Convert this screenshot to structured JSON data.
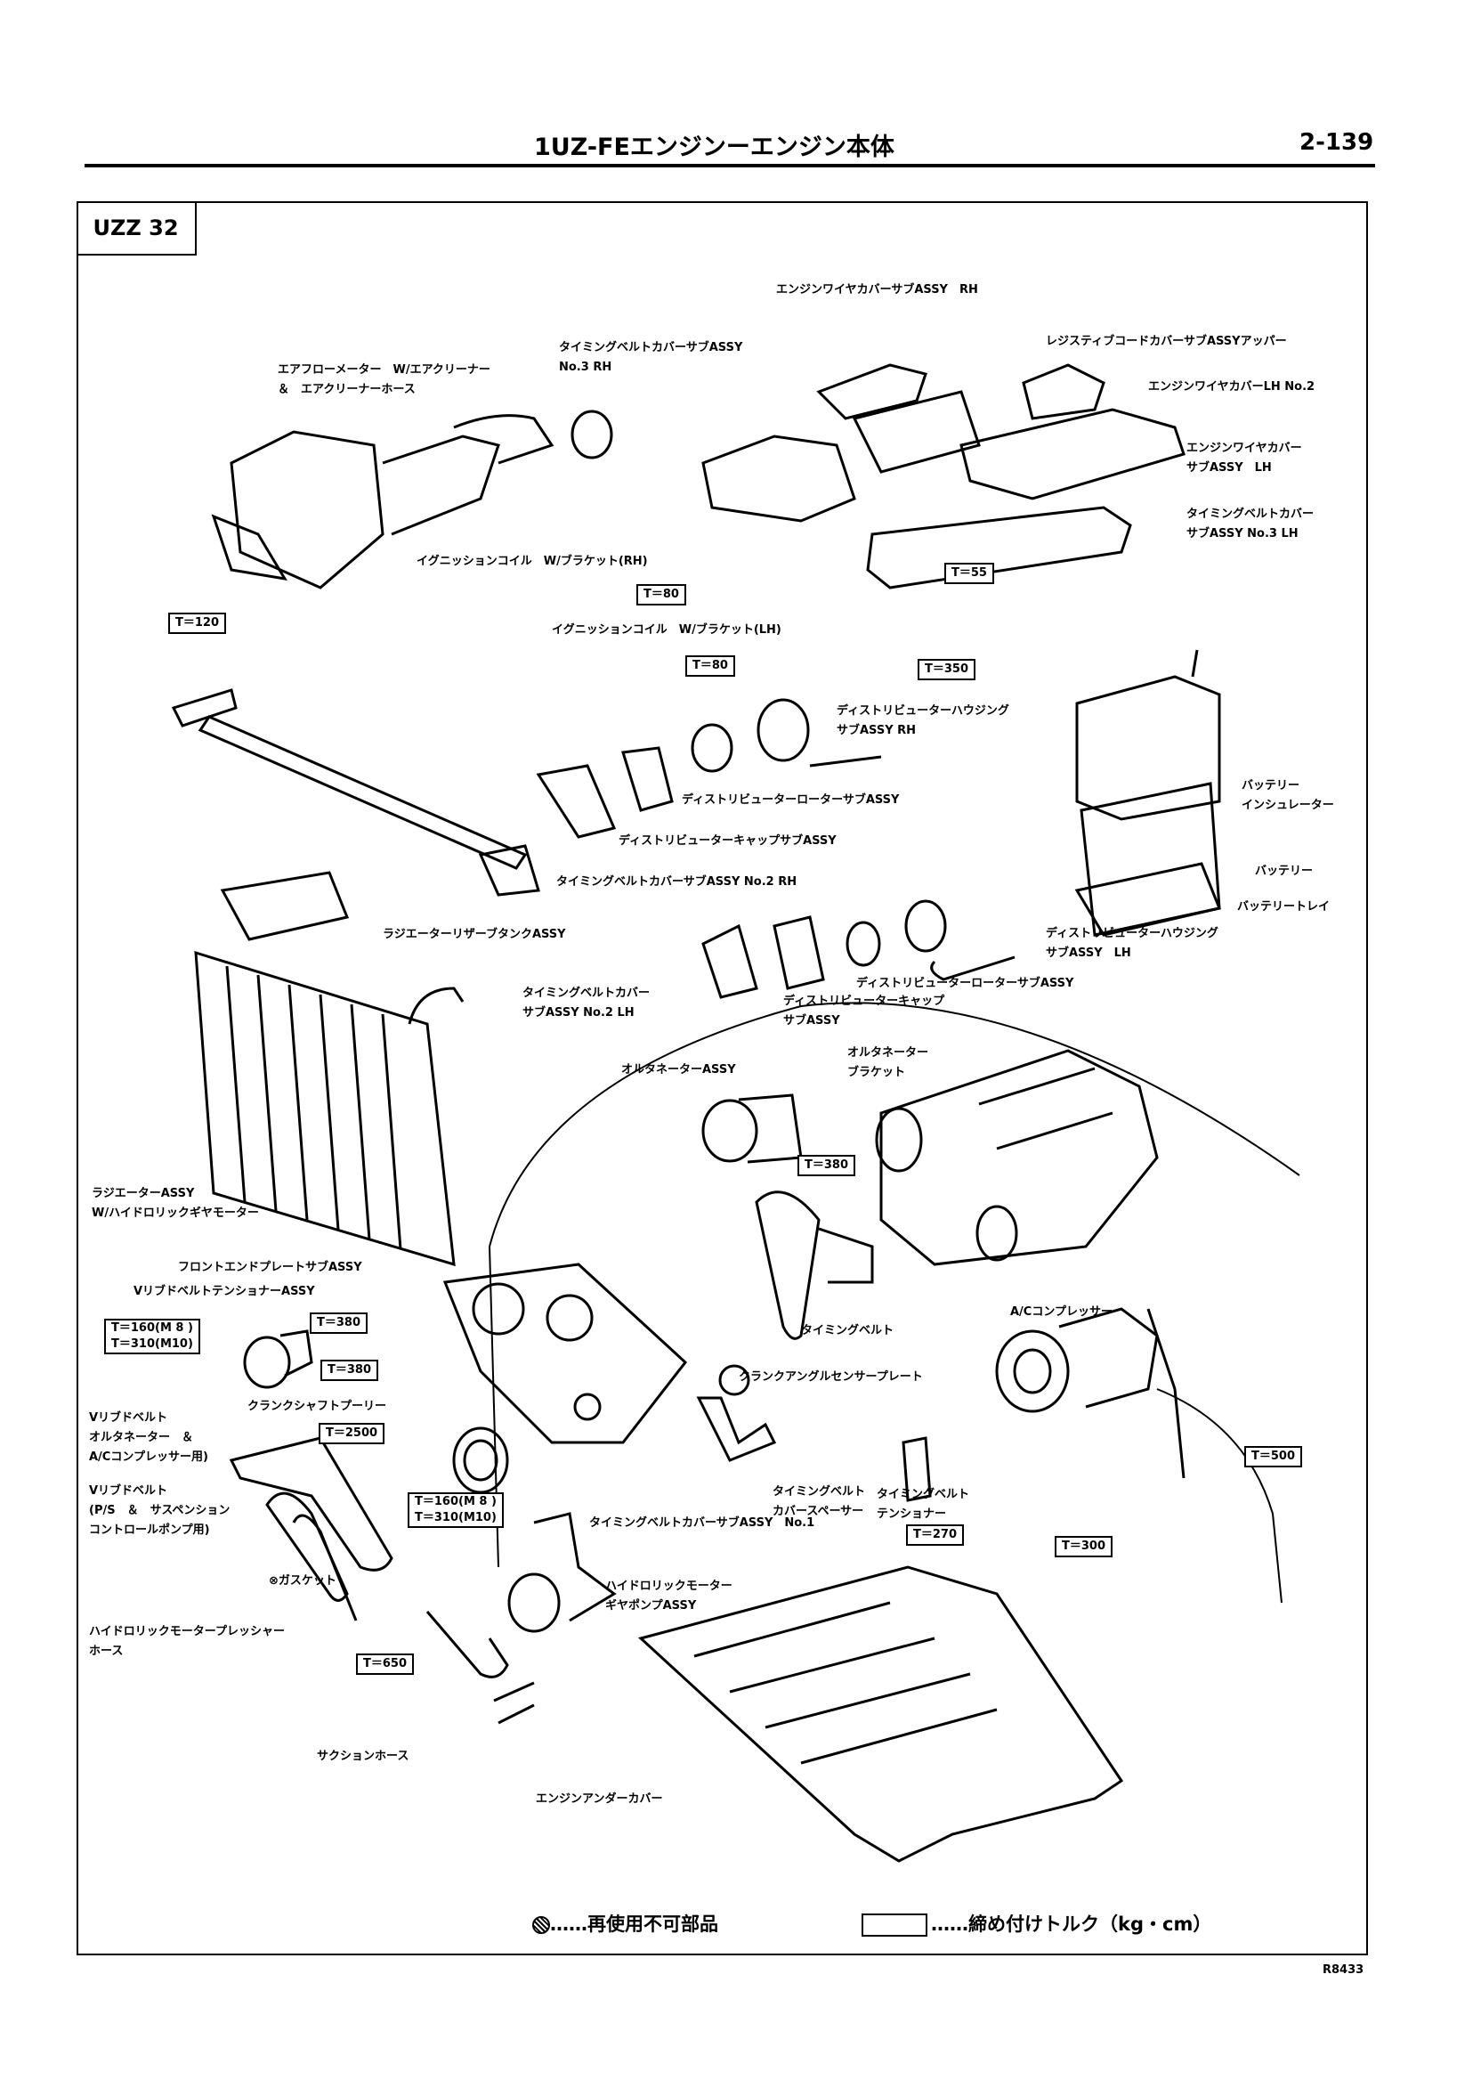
{
  "header": {
    "title": "1UZ-FEエンジンーエンジン本体",
    "page_number": "2-139"
  },
  "model_code": "UZZ 32",
  "parts": [
    {
      "id": "engine-wire-cover-rh",
      "text": "エンジンワイヤカバーサブASSY　RH"
    },
    {
      "id": "timing-belt-cover-no3-rh",
      "text": "タイミングベルトカバーサブASSY\nNo.3 RH"
    },
    {
      "id": "resistive-cord-cover-upper",
      "text": "レジスティブコードカバーサブASSYアッパー"
    },
    {
      "id": "engine-wire-cover-lh-no2",
      "text": "エンジンワイヤカバーLH No.2"
    },
    {
      "id": "air-flow-meter",
      "text": "エアフローメーター　W/エアクリーナー\n＆　エアクリーナーホース"
    },
    {
      "id": "engine-wire-cover-lh",
      "text": "エンジンワイヤカバー\nサブASSY　LH"
    },
    {
      "id": "timing-belt-cover-no3-lh",
      "text": "タイミングベルトカバー\nサブASSY No.3 LH"
    },
    {
      "id": "ignition-coil-rh",
      "text": "イグニッションコイル　W/ブラケット(RH)"
    },
    {
      "id": "ignition-coil-lh",
      "text": "イグニッションコイル　W/ブラケット(LH)"
    },
    {
      "id": "distributor-housing-rh",
      "text": "ディストリビューターハウジング\nサブASSY RH"
    },
    {
      "id": "distributor-rotor-rh",
      "text": "ディストリビューターローターサブASSY"
    },
    {
      "id": "distributor-cap-rh",
      "text": "ディストリビューターキャップサブASSY"
    },
    {
      "id": "timing-belt-cover-no2-rh",
      "text": "タイミングベルトカバーサブASSY No.2 RH"
    },
    {
      "id": "battery-insulator",
      "text": "バッテリー\nインシュレーター"
    },
    {
      "id": "battery",
      "text": "バッテリー"
    },
    {
      "id": "battery-tray",
      "text": "バッテリートレイ"
    },
    {
      "id": "radiator-reserve-tank",
      "text": "ラジエーターリザーブタンクASSY"
    },
    {
      "id": "distributor-housing-lh",
      "text": "ディストリビューターハウジング\nサブASSY　LH"
    },
    {
      "id": "distributor-rotor-lh",
      "text": "ディストリビューターローターサブASSY"
    },
    {
      "id": "timing-belt-cover-no2-lh",
      "text": "タイミングベルトカバー\nサブASSY No.2 LH"
    },
    {
      "id": "distributor-cap-lh",
      "text": "ディストリビューターキャップ\nサブASSY"
    },
    {
      "id": "alternator",
      "text": "オルタネーターASSY"
    },
    {
      "id": "alternator-bracket",
      "text": "オルタネーター\nブラケット"
    },
    {
      "id": "radiator",
      "text": "ラジエーターASSY\nW/ハイドロリックギヤモーター"
    },
    {
      "id": "front-end-plate",
      "text": "フロントエンドプレートサブASSY"
    },
    {
      "id": "v-ribbed-belt-tensioner",
      "text": "VリブドベルトテンショナーASSY"
    },
    {
      "id": "timing-belt",
      "text": "タイミングベルト"
    },
    {
      "id": "ac-compressor",
      "text": "A/Cコンプレッサー"
    },
    {
      "id": "crank-angle-sensor-plate",
      "text": "クランクアングルセンサープレート"
    },
    {
      "id": "crankshaft-pulley",
      "text": "クランクシャフトプーリー"
    },
    {
      "id": "v-ribbed-belt-alt-ac",
      "text": "Vリブドベルト\nオルタネーター　＆\nA/Cコンプレッサー用)"
    },
    {
      "id": "v-ribbed-belt-ps",
      "text": "Vリブドベルト\n(P/S　＆　サスペンション\nコントロールポンプ用)"
    },
    {
      "id": "timing-belt-cover-spacer",
      "text": "タイミングベルト\nカバースペーサー"
    },
    {
      "id": "timing-belt-tensioner",
      "text": "タイミングベルト\nテンショナー"
    },
    {
      "id": "timing-belt-cover-no1",
      "text": "タイミングベルトカバーサブASSY　No.1"
    },
    {
      "id": "gasket",
      "text": "⊗ガスケット"
    },
    {
      "id": "hydraulic-motor-pump",
      "text": "ハイドロリックモーター\nギヤポンプASSY"
    },
    {
      "id": "hydraulic-pressure-hose",
      "text": "ハイドロリックモータープレッシャー\nホース"
    },
    {
      "id": "suction-hose",
      "text": "サクションホース"
    },
    {
      "id": "engine-under-cover",
      "text": "エンジンアンダーカバー"
    }
  ],
  "torques": [
    {
      "id": "t-120",
      "text": "T＝120"
    },
    {
      "id": "t-80-rh",
      "text": "T＝80"
    },
    {
      "id": "t-55",
      "text": "T＝55"
    },
    {
      "id": "t-80-lh",
      "text": "T＝80"
    },
    {
      "id": "t-350",
      "text": "T＝350"
    },
    {
      "id": "t-380-alt",
      "text": "T＝380"
    },
    {
      "id": "t-160-310-tensioner",
      "text": "T＝160(M 8 )\nT＝310(M10)"
    },
    {
      "id": "t-380-a",
      "text": "T＝380"
    },
    {
      "id": "t-380-b",
      "text": "T＝380"
    },
    {
      "id": "t-2500",
      "text": "T＝2500"
    },
    {
      "id": "t-160-310-pump",
      "text": "T＝160(M 8 )\nT＝310(M10)"
    },
    {
      "id": "t-650",
      "text": "T＝650"
    },
    {
      "id": "t-270",
      "text": "T＝270"
    },
    {
      "id": "t-300",
      "text": "T＝300"
    },
    {
      "id": "t-500",
      "text": "T＝500"
    }
  ],
  "legend": {
    "non_reusable": "……再使用不可部品",
    "torque": "……締め付けトルク（kg・cm）"
  },
  "figure_code": "R8433"
}
